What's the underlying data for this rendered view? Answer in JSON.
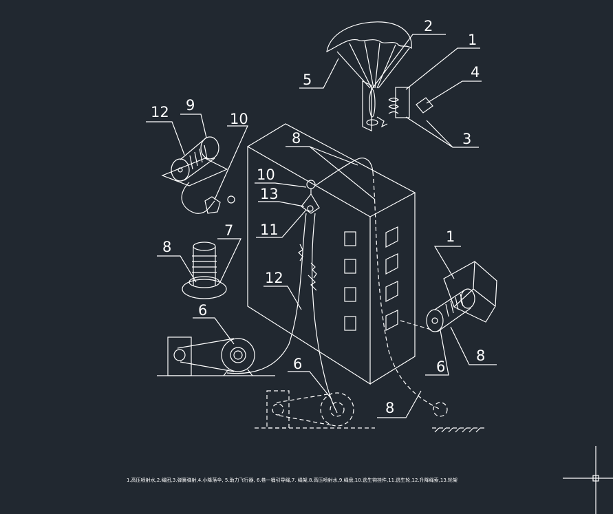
{
  "labels": {
    "n1": "1",
    "n2": "2",
    "n3": "3",
    "n4": "4",
    "n5": "5",
    "n6": "6",
    "n7": "7",
    "n8": "8",
    "n9": "9",
    "n10": "10",
    "n11": "11",
    "n12": "12",
    "n13": "13"
  },
  "legend_text": "1.高压喷射水,2.绳团,3.弹簧弹射,4.小降落伞,  5.助力飞行器,  6.卷一桶引导绳,7. 绳架,8.高压喷射水,9.绳盘,10.逃生钩挂件,11.逃生轮,12.升降绳索,13.轮架",
  "colors": {
    "background": "#212830",
    "line": "#ffffff"
  },
  "cursor_icon": "crosshair-icon"
}
